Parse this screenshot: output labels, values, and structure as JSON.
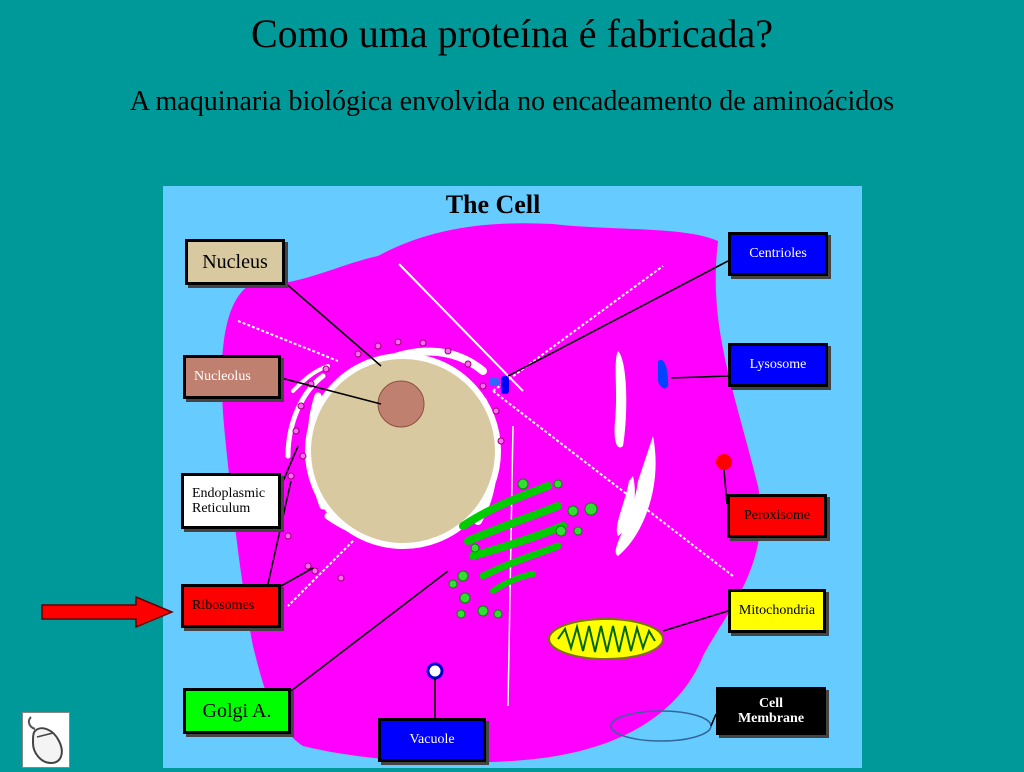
{
  "slide": {
    "title": "Como uma proteína é fabricada?",
    "subtitle": "A maquinaria biológica envolvida no encadeamento de aminoácidos"
  },
  "diagram": {
    "title": "The Cell",
    "labels": {
      "nucleus": "Nucleus",
      "nucleolus": "Nucleolus",
      "er_line1": "Endoplasmic",
      "er_line2": "Reticulum",
      "ribosomes": "Ribosomes",
      "golgi": "Golgi A.",
      "vacuole": "Vacuole",
      "centrioles": "Centrioles",
      "lysosome": "Lysosome",
      "peroxisome": "Peroxisome",
      "mitochondria": "Mitochondria",
      "membrane_line1": "Cell",
      "membrane_line2": "Membrane"
    },
    "colors": {
      "background": "#009999",
      "panel": "#66ccff",
      "cytoplasm": "#ff00ff",
      "nucleus": "#d9c9a0",
      "nucleolus": "#c08070",
      "golgi": "#00cc00",
      "mitochondria": "#ffff00",
      "arrow": "#ff0000"
    },
    "highlighted": "ribosomes"
  },
  "icons": {
    "arrow": "arrow-right-icon",
    "mouse": "mouse-icon"
  }
}
